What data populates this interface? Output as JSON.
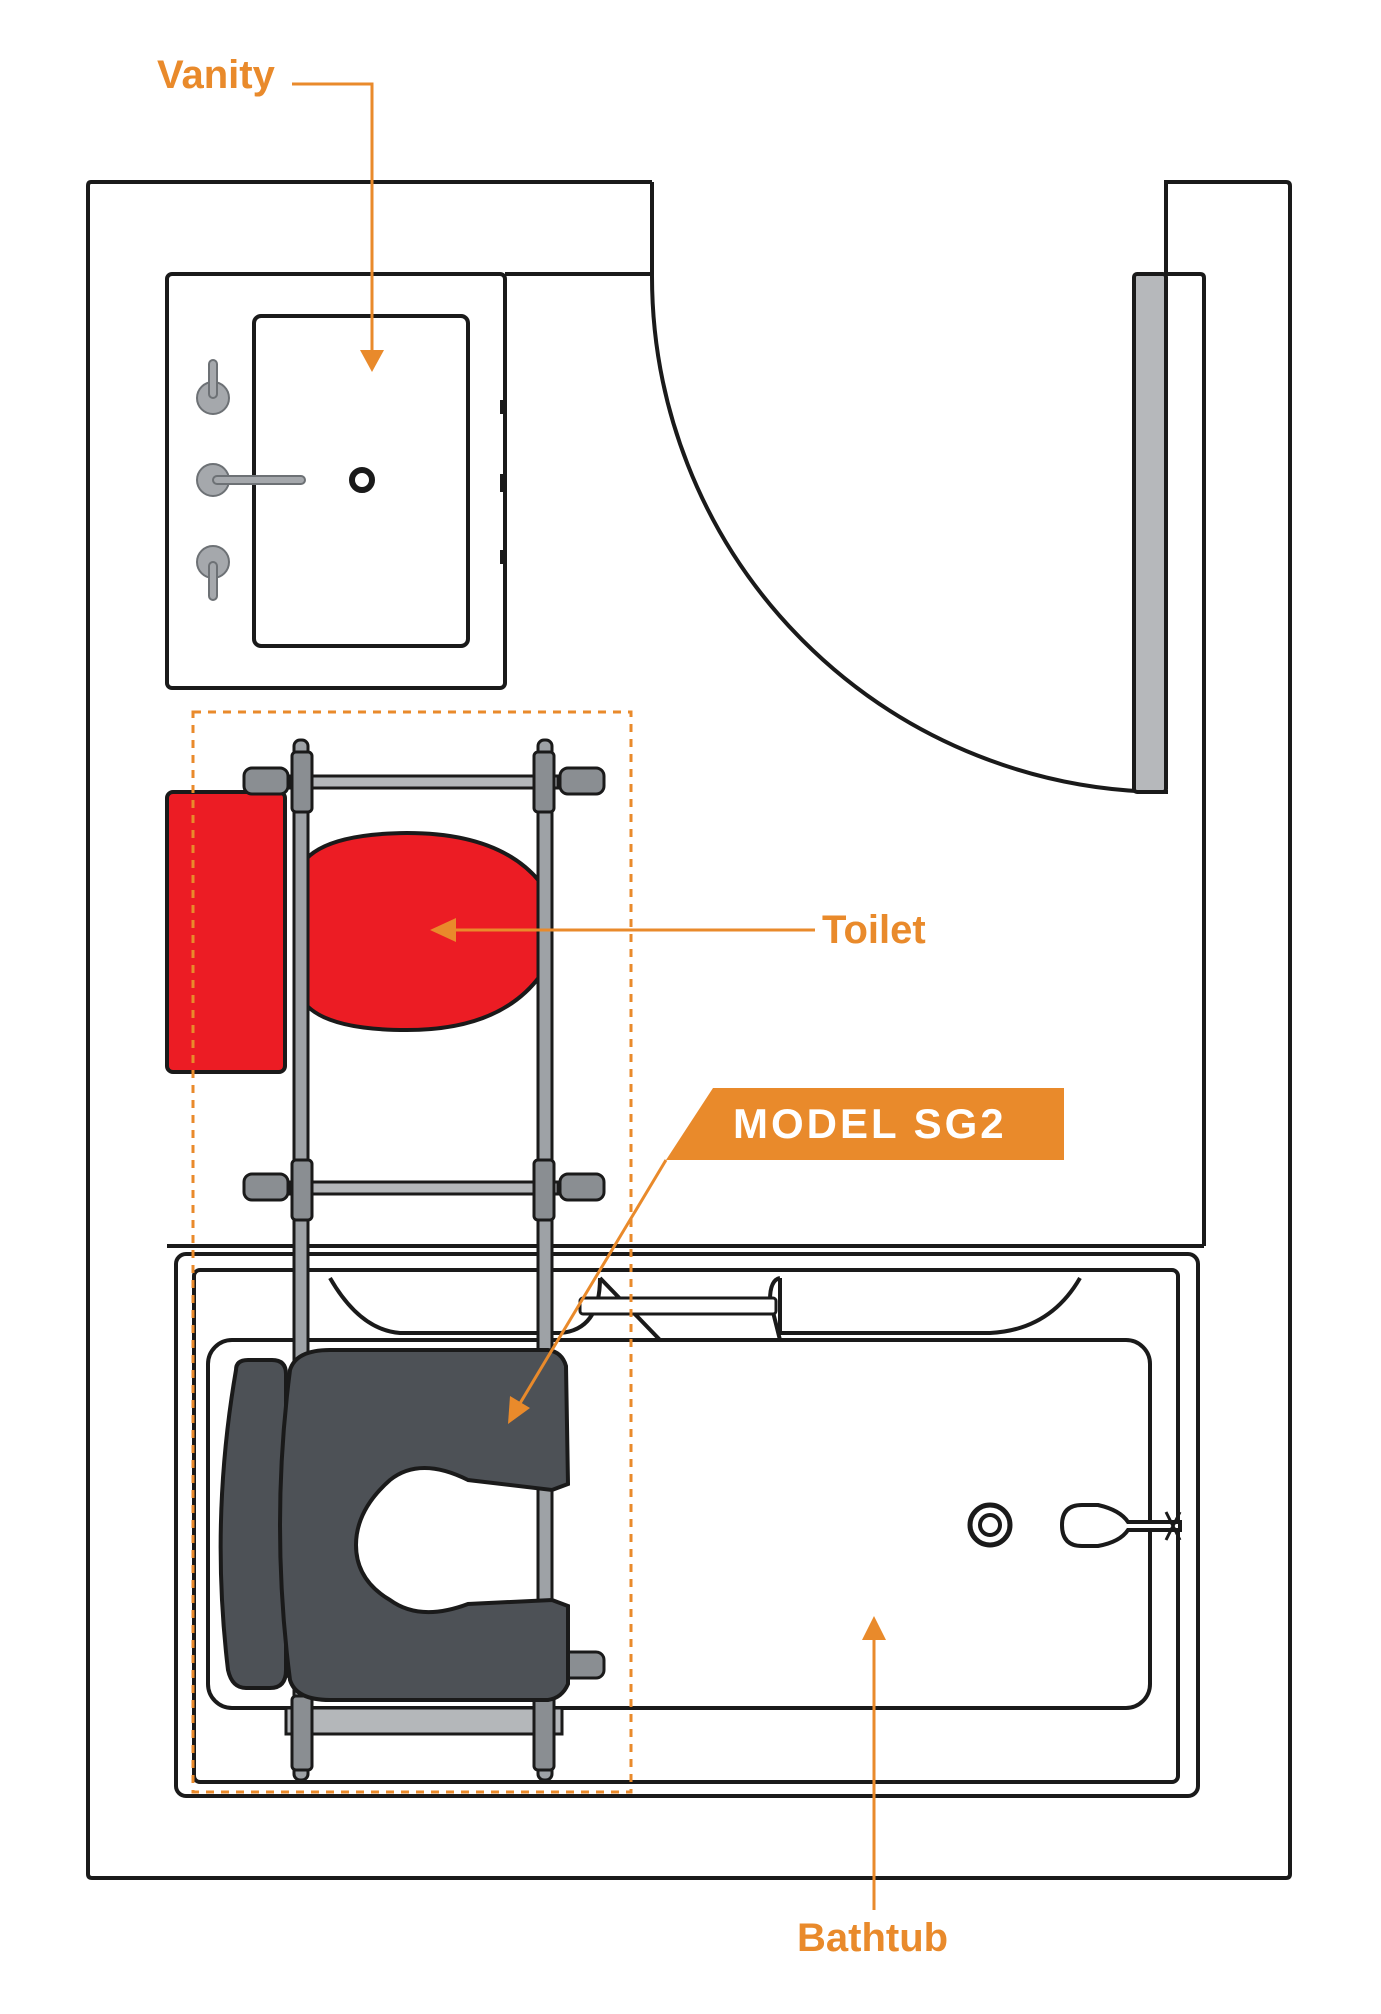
{
  "labels": {
    "vanity": "Vanity",
    "toilet": "Toilet",
    "model": "MODEL SG2",
    "bathtub": "Bathtub"
  },
  "colors": {
    "accent_orange": "#e98a2b",
    "toilet_red": "#ec1c24",
    "seat_dark": "#4d5156",
    "frame_gray": "#9ea2a6",
    "outline": "#1a1a1a"
  },
  "icons": {
    "faucet": "faucet-icon",
    "drain": "drain-icon",
    "overflow_lever": "overflow-lever-icon"
  }
}
